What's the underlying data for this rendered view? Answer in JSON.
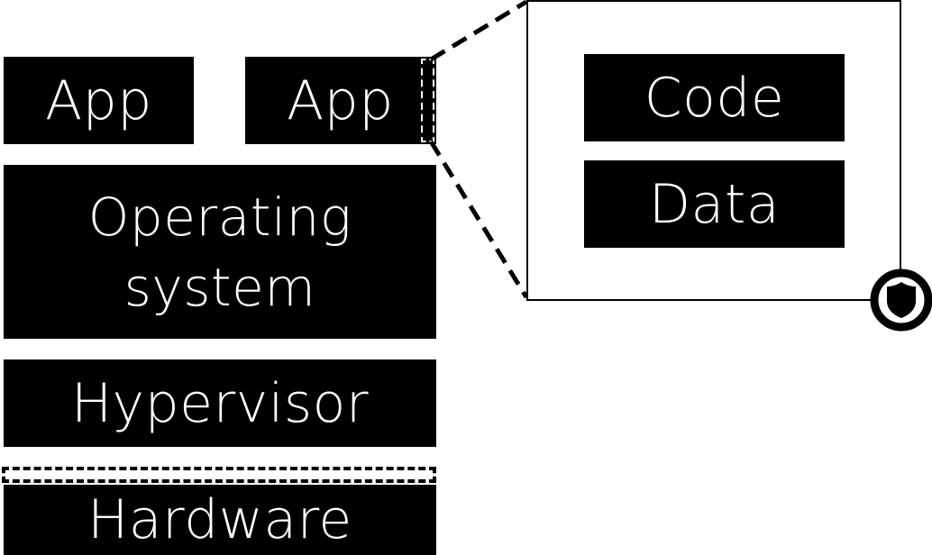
{
  "diagram": {
    "stack": {
      "app_left": "App",
      "app_right": "App",
      "os_line1": "Operating",
      "os_line2": "system",
      "hypervisor": "Hypervisor",
      "hardware": "Hardware"
    },
    "enclave": {
      "code": "Code",
      "data": "Data"
    },
    "icons": {
      "badge": "shield-icon"
    },
    "colors": {
      "block": "#000000",
      "text": "#ffffff",
      "background": "#ffffff"
    }
  }
}
